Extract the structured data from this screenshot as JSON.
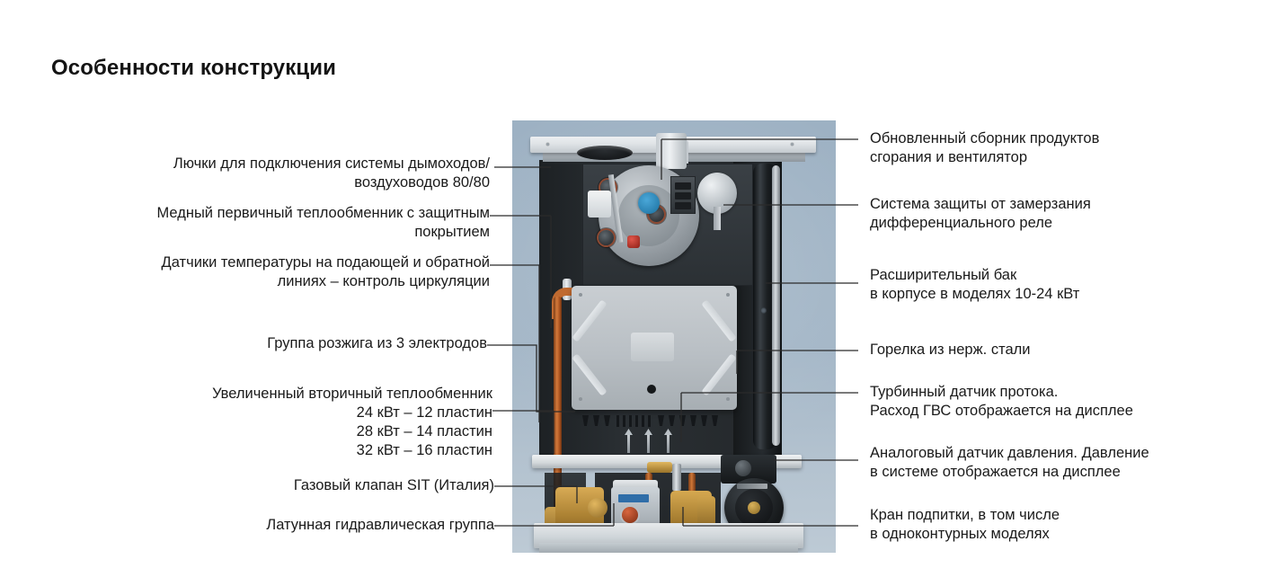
{
  "page": {
    "title": "Особенности конструкции",
    "background_color": "#ffffff",
    "text_color": "#1a1a1a",
    "leader_line_color": "#2b2b2b"
  },
  "photo": {
    "alt_name": "gas-boiler-cutaway-photo",
    "background_color": "#a2b5c6",
    "parts": [
      "flue-connection-ports",
      "fan-assembly",
      "differential-pressure-relay",
      "expansion-vessel",
      "primary-heat-exchanger-cover",
      "stainless-steel-burner",
      "ignition-electrodes",
      "secondary-plate-heat-exchanger",
      "gas-valve-sit",
      "brass-hydraulic-group",
      "circulation-pump",
      "turbine-flow-sensor",
      "analog-pressure-sensor",
      "filling-tap",
      "copper-pipework"
    ]
  },
  "callouts_left": [
    {
      "id": "flue-ports",
      "text": "Лючки для подключения системы дымоходов/\nвоздуховодов 80/80"
    },
    {
      "id": "primary-heat-exchanger",
      "text": "Медный первичный теплообменник с защитным\nпокрытием"
    },
    {
      "id": "temperature-sensors",
      "text": "Датчики температуры на подающей и обратной\nлиниях – контроль циркуляции"
    },
    {
      "id": "ignition-group",
      "text": "Группа розжига из 3 электродов"
    },
    {
      "id": "secondary-heat-exchanger",
      "text": "Увеличенный вторичный теплообменник\n24 кВт – 12 пластин\n28 кВт – 14 пластин\n32 кВт – 16 пластин"
    },
    {
      "id": "gas-valve",
      "text": "Газовый клапан SIT (Италия)"
    },
    {
      "id": "hydraulic-group",
      "text": "Латунная гидравлическая группа"
    }
  ],
  "callouts_right": [
    {
      "id": "combustion-collector",
      "text": "Обновленный сборник продуктов\nсгорания и вентилятор"
    },
    {
      "id": "antifreeze-protection",
      "text": "Система защиты от замерзания\nдифференциального реле"
    },
    {
      "id": "expansion-vessel",
      "text": "Расширительный бак\nв корпусе в моделях 10-24 кВт"
    },
    {
      "id": "burner",
      "text": "Горелка из нерж. стали"
    },
    {
      "id": "flow-sensor",
      "text": "Турбинный датчик протока.\nРасход ГВС отображается на дисплее"
    },
    {
      "id": "pressure-sensor",
      "text": "Аналоговый датчик давления. Давление\nв системе отображается  на дисплее"
    },
    {
      "id": "filling-tap",
      "text": "Кран подпитки, в том числе\nв одноконтурных моделях"
    }
  ]
}
